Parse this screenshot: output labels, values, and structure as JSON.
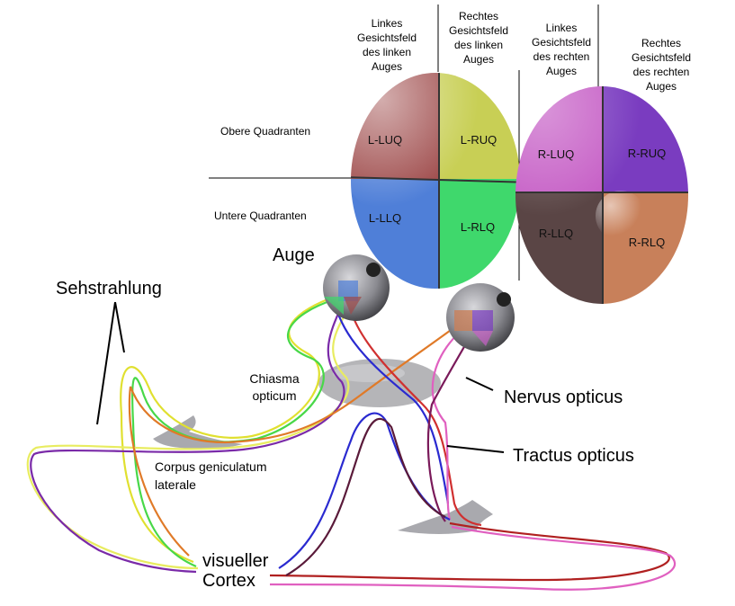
{
  "visual_fields": {
    "left_eye_left": [
      "Linkes",
      "Gesichtsfeld",
      "des linken",
      "Auges"
    ],
    "left_eye_right": [
      "Rechtes",
      "Gesichtsfeld",
      "des linken",
      "Auges"
    ],
    "right_eye_left": [
      "Linkes",
      "Gesichtsfeld",
      "des rechten",
      "Auges"
    ],
    "right_eye_right": [
      "Rechtes",
      "Gesichtsfeld",
      "des rechten",
      "Auges"
    ]
  },
  "rows": {
    "upper": "Obere Quadranten",
    "lower": "Untere Quadranten"
  },
  "quadrants": {
    "l_luq": "L-LUQ",
    "l_ruq": "L-RUQ",
    "l_llq": "L-LLQ",
    "l_rlq": "L-RLQ",
    "r_luq": "R-LUQ",
    "r_ruq": "R-RUQ",
    "r_llq": "R-LLQ",
    "r_rlq": "R-RLQ"
  },
  "colors": {
    "l_luq": "#9e4a4a",
    "l_ruq": "#c8cf55",
    "l_llq": "#4f7fd8",
    "l_rlq": "#3fd86c",
    "r_luq": "#c65fc6",
    "r_ruq": "#7a3cc0",
    "r_llq": "#5a4545",
    "r_rlq": "#c8805a"
  },
  "labels": {
    "auge": "Auge",
    "sehstrahlung": "Sehstrahlung",
    "chiasma_line1": "Chiasma",
    "chiasma_line2": "opticum",
    "nervus": "Nervus opticus",
    "tractus": "Tractus opticus",
    "cgl_line1": "Corpus geniculatum",
    "cgl_line2": "laterale",
    "cortex_line1": "visueller",
    "cortex_line2": "Cortex"
  }
}
